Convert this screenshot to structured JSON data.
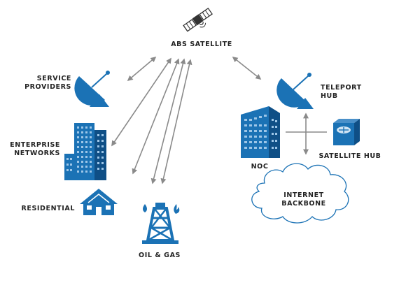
{
  "colors": {
    "icon_blue": "#1b72b5",
    "icon_dark": "#0f4f86",
    "arrow_gray": "#8a8a8a",
    "text": "#222222"
  },
  "labels": {
    "satellite": "ABS SATELLITE",
    "service_providers": [
      "SERVICE",
      "PROVIDERS"
    ],
    "enterprise_networks": [
      "ENTERPRISE",
      "NETWORKS"
    ],
    "residential": "RESIDENTIAL",
    "oil_gas": "OIL & GAS",
    "teleport_hub": [
      "TELEPORT",
      "HUB"
    ],
    "noc": "NOC",
    "satellite_hub": "SATELLITE HUB",
    "internet_backbone": [
      "INTERNET",
      "BACKBONE"
    ]
  },
  "icons": {
    "satellite": "satellite-icon",
    "service_providers": "satellite-dish-icon",
    "enterprise": "office-buildings-icon",
    "residential": "house-icon",
    "oil_gas": "oil-rig-icon",
    "teleport": "satellite-dish-icon",
    "noc": "office-building-icon",
    "satellite_hub": "router-icon",
    "internet": "cloud-icon"
  }
}
